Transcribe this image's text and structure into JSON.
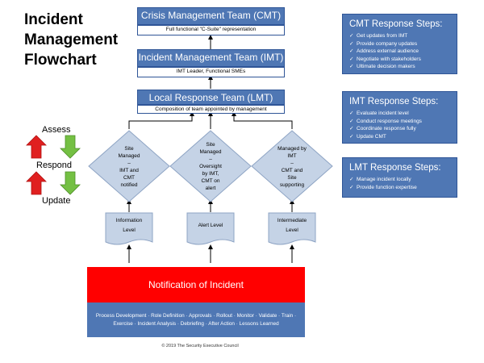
{
  "title_lines": [
    "Incident",
    "Management",
    "Flowchart"
  ],
  "teams": [
    {
      "name": "Crisis Management Team (CMT)",
      "sub": "Full functional \"C-Suite\" representation"
    },
    {
      "name": "Incident Management Team (IMT)",
      "sub": "IMT Leader, Functional SMEs"
    },
    {
      "name": "Local Response Team (LMT)",
      "sub": "Composition of team appointed by management"
    }
  ],
  "panels": [
    {
      "title": "CMT Response Steps:",
      "items": [
        "Get updates from IMT",
        "Provide company updates",
        "Address external audience",
        "Negotiate with stakeholders",
        "Ultimate decision makers"
      ]
    },
    {
      "title": "IMT Response Steps:",
      "items": [
        "Evaluate incident level",
        "Conduct response meetings",
        "Coordinate response fully",
        "Update CMT"
      ]
    },
    {
      "title": "LMT Response Steps:",
      "items": [
        "Manage incident locally",
        "Provide function expertise"
      ]
    }
  ],
  "side_labels": {
    "assess": "Assess",
    "respond": "Respond",
    "update": "Update"
  },
  "diamonds": [
    {
      "lines": [
        "Site",
        "Managed",
        "–",
        "IMT and",
        "CMT",
        "notified"
      ]
    },
    {
      "lines": [
        "Site",
        "Managed",
        "–",
        "Oversight",
        "by IMT,",
        "CMT on",
        "alert"
      ]
    },
    {
      "lines": [
        "Managed by",
        "IMT",
        "–",
        "CMT and",
        "Site",
        "supporting"
      ]
    }
  ],
  "levels": [
    {
      "lines": [
        "Information",
        "Level"
      ]
    },
    {
      "lines": [
        "Alert Level"
      ]
    },
    {
      "lines": [
        "Intermediate",
        "Level"
      ]
    }
  ],
  "notification": "Notification of Incident",
  "process_lines": [
    "Process Development · Role Definition · Approvals · Rollout · Monitor · Validate · Train ·",
    "Exercise · Incident Analysis · Debriefing · After Action · Lessons Learned"
  ],
  "copyright": "© 2019 The Security Executive Council",
  "colors": {
    "team_blue": "#4f77b4",
    "border_blue": "#2f5597",
    "notif_red": "#ff0000",
    "diamond": "#c5d3e6",
    "arrow_red": "#e02020",
    "arrow_green": "#74c043"
  },
  "check_icon": "check-icon"
}
